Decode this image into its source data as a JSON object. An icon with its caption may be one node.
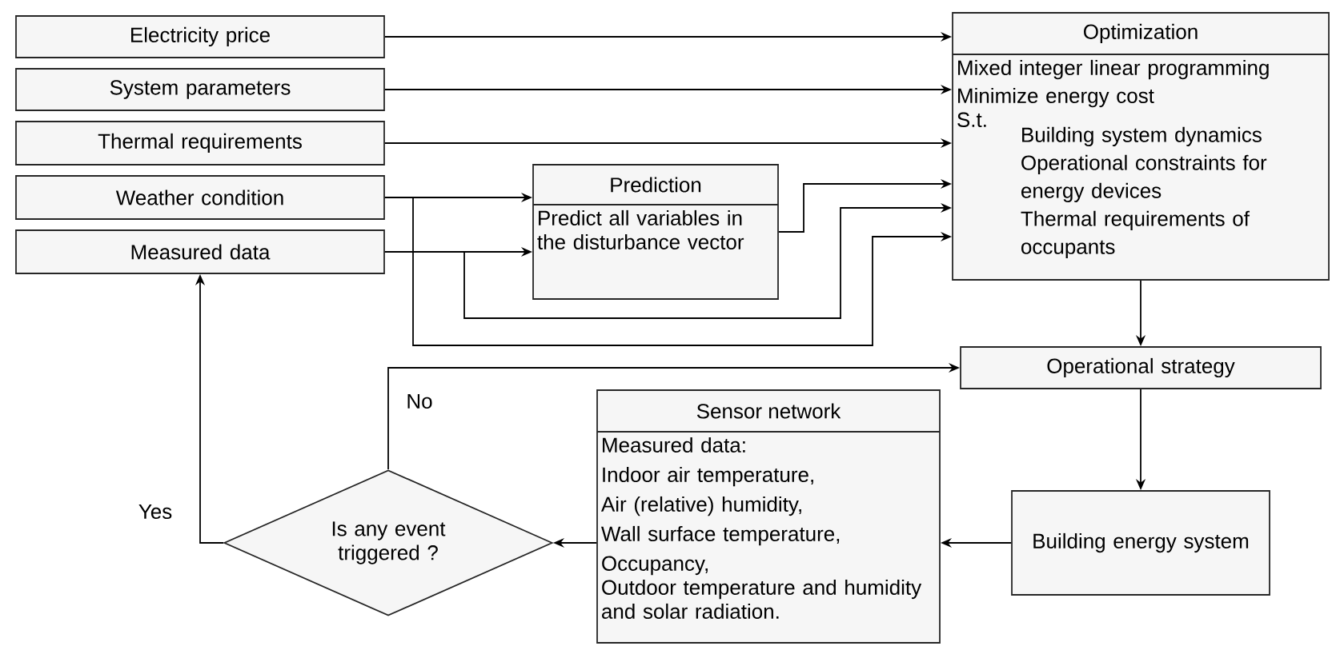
{
  "diagram": {
    "nodes": [
      {
        "text": [
          "Electricity price"
        ]
      },
      {
        "text": [
          "System parameters"
        ]
      },
      {
        "text": [
          "Thermal requirements"
        ]
      },
      {
        "text": [
          "Weather condition"
        ]
      },
      {
        "text": [
          "Measured data"
        ]
      },
      {
        "text": [
          "Prediction",
          "Predict all variables in the disturbance vector"
        ]
      },
      {
        "text": [
          "Optimization",
          "Mixed integer linear programming",
          "Minimize energy cost",
          "S.t.",
          "Building system dynamics",
          "Operational constraints for energy devices",
          "Thermal requirements of occupants"
        ]
      },
      {
        "text": [
          "Operational strategy"
        ]
      },
      {
        "text": [
          "Sensor network",
          "Measured data:",
          "Indoor air temperature,",
          "Air (relative) humidity,",
          "Wall surface temperature,",
          "Occupancy,",
          "Outdoor temperature and humidity and solar radiation."
        ]
      },
      {
        "text": [
          "Building energy system"
        ]
      },
      {
        "text": [
          "Is any event triggered ?"
        ]
      }
    ],
    "edges": [
      {
        "from": 0,
        "to": 6,
        "arrow": "to"
      },
      {
        "from": 1,
        "to": 6,
        "arrow": "to"
      },
      {
        "from": 2,
        "to": 6,
        "arrow": "to"
      },
      {
        "from": 3,
        "to": 5,
        "arrow": "to"
      },
      {
        "from": 4,
        "to": 5,
        "arrow": "to"
      },
      {
        "from": 5,
        "to": 6,
        "arrow": "to"
      },
      {
        "from": 4,
        "to": 6,
        "arrow": "to"
      },
      {
        "from": 3,
        "to": 6,
        "arrow": "to"
      },
      {
        "from": 6,
        "to": 7,
        "arrow": "to"
      },
      {
        "from": 7,
        "to": 9,
        "arrow": "to"
      },
      {
        "from": 9,
        "to": 8,
        "arrow": "to"
      },
      {
        "from": 8,
        "to": 10,
        "arrow": "to"
      },
      {
        "from": 10,
        "to": 7,
        "arrow": "to",
        "label": "No"
      },
      {
        "from": 10,
        "to": 4,
        "arrow": "to",
        "label": "Yes"
      }
    ]
  }
}
